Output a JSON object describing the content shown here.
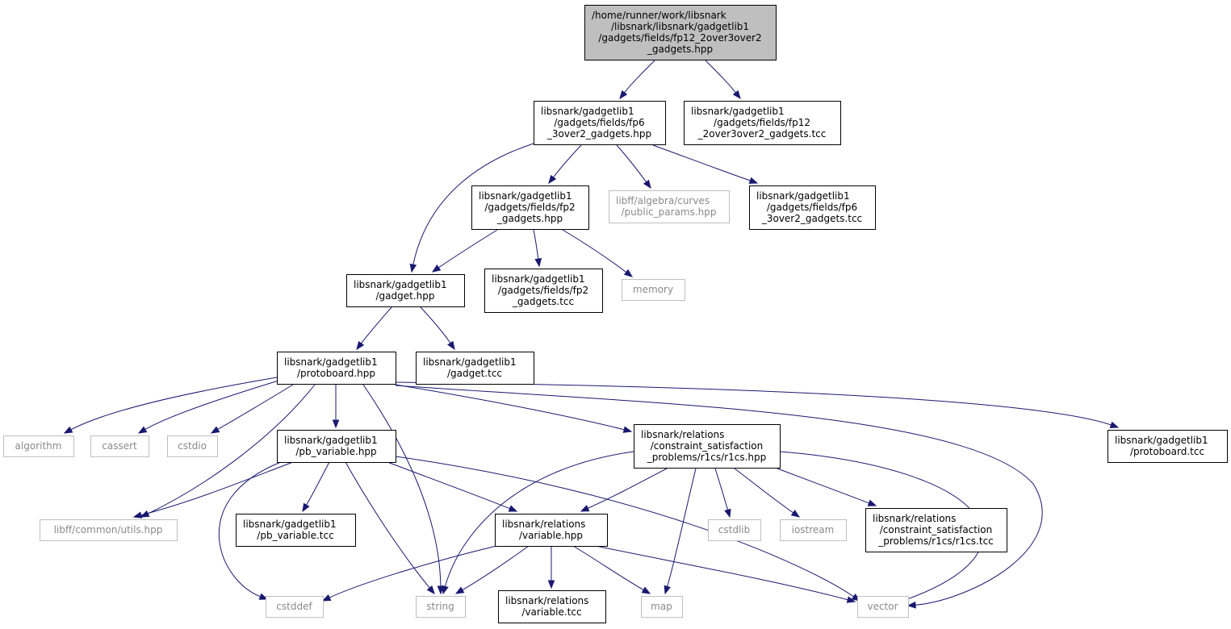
{
  "colors": {
    "edge": "#191970",
    "root_fill": "#bfbfbf",
    "external_border": "#bfbfbf",
    "external_text": "#8a8a8a"
  },
  "nodes": [
    {
      "id": "root",
      "kind": "root",
      "lines": [
        "/home/runner/work/libsnark",
        "/libsnark/libsnark/gadgetlib1",
        "/gadgets/fields/fp12_2over3over2",
        "_gadgets.hpp"
      ]
    },
    {
      "id": "fp6_hpp",
      "kind": "primary",
      "lines": [
        "libsnark/gadgetlib1",
        "/gadgets/fields/fp6",
        "_3over2_gadgets.hpp"
      ]
    },
    {
      "id": "fp12_tcc",
      "kind": "primary",
      "lines": [
        "libsnark/gadgetlib1",
        "/gadgets/fields/fp12",
        "_2over3over2_gadgets.tcc"
      ]
    },
    {
      "id": "fp2_hpp",
      "kind": "primary",
      "lines": [
        "libsnark/gadgetlib1",
        "/gadgets/fields/fp2",
        "_gadgets.hpp"
      ]
    },
    {
      "id": "public_params",
      "kind": "external",
      "lines": [
        "libff/algebra/curves",
        "/public_params.hpp"
      ]
    },
    {
      "id": "fp6_tcc",
      "kind": "primary",
      "lines": [
        "libsnark/gadgetlib1",
        "/gadgets/fields/fp6",
        "_3over2_gadgets.tcc"
      ]
    },
    {
      "id": "gadget_hpp",
      "kind": "primary",
      "lines": [
        "libsnark/gadgetlib1",
        "/gadget.hpp"
      ]
    },
    {
      "id": "fp2_tcc",
      "kind": "primary",
      "lines": [
        "libsnark/gadgetlib1",
        "/gadgets/fields/fp2",
        "_gadgets.tcc"
      ]
    },
    {
      "id": "memory",
      "kind": "external",
      "lines": [
        "memory"
      ]
    },
    {
      "id": "protoboard_hpp",
      "kind": "primary",
      "lines": [
        "libsnark/gadgetlib1",
        "/protoboard.hpp"
      ]
    },
    {
      "id": "gadget_tcc",
      "kind": "primary",
      "lines": [
        "libsnark/gadgetlib1",
        "/gadget.tcc"
      ]
    },
    {
      "id": "algorithm",
      "kind": "external",
      "lines": [
        "algorithm"
      ]
    },
    {
      "id": "cassert",
      "kind": "external",
      "lines": [
        "cassert"
      ]
    },
    {
      "id": "cstdio",
      "kind": "external",
      "lines": [
        "cstdio"
      ]
    },
    {
      "id": "pb_variable_hpp",
      "kind": "primary",
      "lines": [
        "libsnark/gadgetlib1",
        "/pb_variable.hpp"
      ]
    },
    {
      "id": "r1cs_hpp",
      "kind": "primary",
      "lines": [
        "libsnark/relations",
        "/constraint_satisfaction",
        "_problems/r1cs/r1cs.hpp"
      ]
    },
    {
      "id": "protoboard_tcc",
      "kind": "primary",
      "lines": [
        "libsnark/gadgetlib1",
        "/protoboard.tcc"
      ]
    },
    {
      "id": "utils",
      "kind": "external",
      "lines": [
        "libff/common/utils.hpp"
      ]
    },
    {
      "id": "pb_variable_tcc",
      "kind": "primary",
      "lines": [
        "libsnark/gadgetlib1",
        "/pb_variable.tcc"
      ]
    },
    {
      "id": "variable_hpp",
      "kind": "primary",
      "lines": [
        "libsnark/relations",
        "/variable.hpp"
      ]
    },
    {
      "id": "cstdlib",
      "kind": "external",
      "lines": [
        "cstdlib"
      ]
    },
    {
      "id": "iostream",
      "kind": "external",
      "lines": [
        "iostream"
      ]
    },
    {
      "id": "r1cs_tcc",
      "kind": "primary",
      "lines": [
        "libsnark/relations",
        "/constraint_satisfaction",
        "_problems/r1cs/r1cs.tcc"
      ]
    },
    {
      "id": "cstddef",
      "kind": "external",
      "lines": [
        "cstddef"
      ]
    },
    {
      "id": "string",
      "kind": "external",
      "lines": [
        "string"
      ]
    },
    {
      "id": "variable_tcc",
      "kind": "primary",
      "lines": [
        "libsnark/relations",
        "/variable.tcc"
      ]
    },
    {
      "id": "map",
      "kind": "external",
      "lines": [
        "map"
      ]
    },
    {
      "id": "vector",
      "kind": "external",
      "lines": [
        "vector"
      ]
    }
  ],
  "edges": [
    {
      "from": "root",
      "to": "fp6_hpp"
    },
    {
      "from": "root",
      "to": "fp12_tcc"
    },
    {
      "from": "fp6_hpp",
      "to": "gadget_hpp"
    },
    {
      "from": "fp6_hpp",
      "to": "fp2_hpp"
    },
    {
      "from": "fp6_hpp",
      "to": "public_params"
    },
    {
      "from": "fp6_hpp",
      "to": "fp6_tcc"
    },
    {
      "from": "fp2_hpp",
      "to": "gadget_hpp"
    },
    {
      "from": "fp2_hpp",
      "to": "fp2_tcc"
    },
    {
      "from": "fp2_hpp",
      "to": "memory"
    },
    {
      "from": "gadget_hpp",
      "to": "protoboard_hpp"
    },
    {
      "from": "gadget_hpp",
      "to": "gadget_tcc"
    },
    {
      "from": "protoboard_hpp",
      "to": "algorithm"
    },
    {
      "from": "protoboard_hpp",
      "to": "cassert"
    },
    {
      "from": "protoboard_hpp",
      "to": "cstdio"
    },
    {
      "from": "protoboard_hpp",
      "to": "utils"
    },
    {
      "from": "protoboard_hpp",
      "to": "pb_variable_hpp"
    },
    {
      "from": "protoboard_hpp",
      "to": "string"
    },
    {
      "from": "protoboard_hpp",
      "to": "r1cs_hpp"
    },
    {
      "from": "protoboard_hpp",
      "to": "vector"
    },
    {
      "from": "protoboard_hpp",
      "to": "protoboard_tcc"
    },
    {
      "from": "pb_variable_hpp",
      "to": "cstddef"
    },
    {
      "from": "pb_variable_hpp",
      "to": "utils"
    },
    {
      "from": "pb_variable_hpp",
      "to": "pb_variable_tcc"
    },
    {
      "from": "pb_variable_hpp",
      "to": "string"
    },
    {
      "from": "pb_variable_hpp",
      "to": "variable_hpp"
    },
    {
      "from": "pb_variable_hpp",
      "to": "vector"
    },
    {
      "from": "r1cs_hpp",
      "to": "string"
    },
    {
      "from": "r1cs_hpp",
      "to": "variable_hpp"
    },
    {
      "from": "r1cs_hpp",
      "to": "map"
    },
    {
      "from": "r1cs_hpp",
      "to": "cstdlib"
    },
    {
      "from": "r1cs_hpp",
      "to": "iostream"
    },
    {
      "from": "r1cs_hpp",
      "to": "r1cs_tcc"
    },
    {
      "from": "r1cs_hpp",
      "to": "vector"
    },
    {
      "from": "variable_hpp",
      "to": "cstddef"
    },
    {
      "from": "variable_hpp",
      "to": "string"
    },
    {
      "from": "variable_hpp",
      "to": "variable_tcc"
    },
    {
      "from": "variable_hpp",
      "to": "map"
    },
    {
      "from": "variable_hpp",
      "to": "vector"
    }
  ]
}
